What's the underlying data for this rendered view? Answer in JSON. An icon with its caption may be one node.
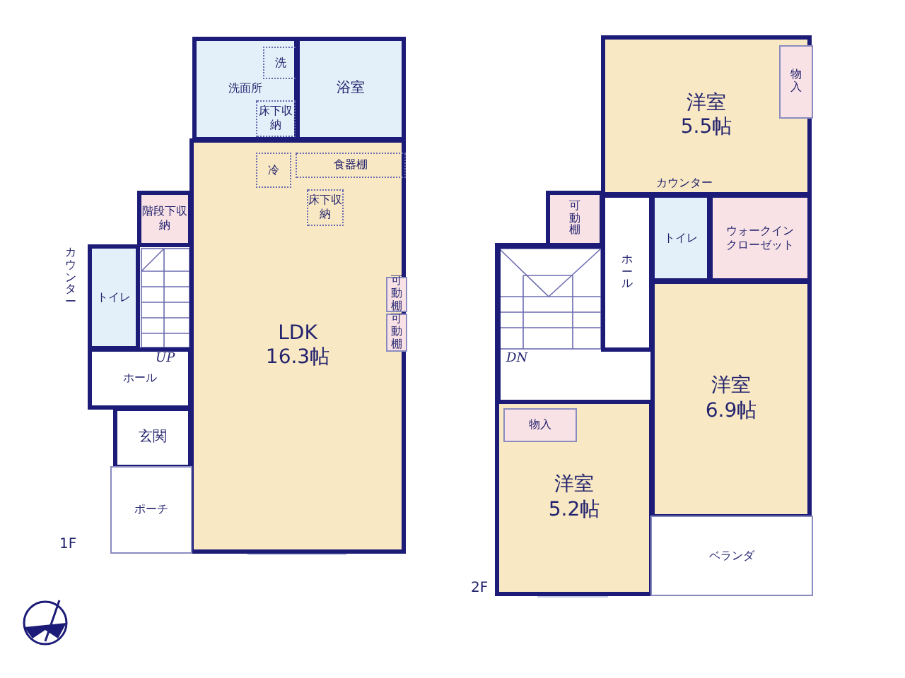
{
  "diagram": {
    "nodes": [
      {
        "text": [
          "洗面所"
        ]
      },
      {
        "text": [
          "洗"
        ],
        "in": 0
      },
      {
        "text": [
          "床下収納"
        ],
        "in": 0
      },
      {
        "text": [
          "浴室"
        ]
      },
      {
        "text": [
          "LDK",
          "16.3帖"
        ]
      },
      {
        "text": [
          "冷"
        ],
        "in": 4
      },
      {
        "text": [
          "食器棚"
        ],
        "in": 4
      },
      {
        "text": [
          "床下収納"
        ],
        "in": 4
      },
      {
        "text": [
          "可動棚"
        ],
        "in": 4
      },
      {
        "text": [
          "可動棚"
        ],
        "in": 4
      },
      {
        "text": [
          "階段下収納"
        ]
      },
      {
        "text": [
          "トイレ"
        ],
        "beside": [
          "カウンター"
        ]
      },
      {
        "text": [
          "ホール"
        ]
      },
      {
        "text": [
          "玄関"
        ]
      },
      {
        "text": [
          "ポーチ"
        ]
      },
      {
        "text": [
          "洋室",
          "5.5帖"
        ]
      },
      {
        "text": [
          "物入"
        ],
        "in": 15
      },
      {
        "text": [
          "可動棚"
        ]
      },
      {
        "text": [
          "トイレ"
        ],
        "beside": [
          "カウンター"
        ]
      },
      {
        "text": [
          "ウォークインクローゼット"
        ]
      },
      {
        "text": [
          "ホール"
        ]
      },
      {
        "text": [
          "洋室",
          "6.9帖"
        ]
      },
      {
        "text": [
          "洋室",
          "5.2帖"
        ]
      },
      {
        "text": [
          "物入"
        ],
        "in": 22
      },
      {
        "text": [
          "ベランダ"
        ]
      }
    ],
    "labels": [
      "UP",
      "1F",
      "DN",
      "2F"
    ]
  }
}
